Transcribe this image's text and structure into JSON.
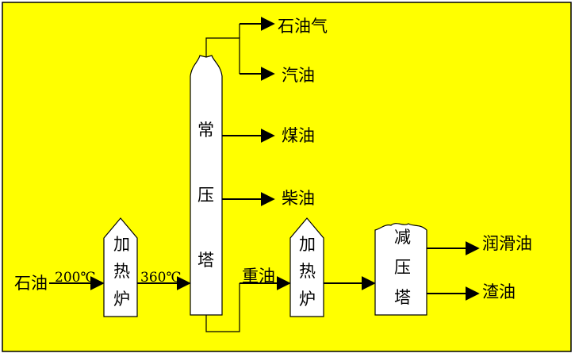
{
  "colors": {
    "background": "#ffff00",
    "frame": "#000000",
    "equipment_fill": "#ffffff",
    "line": "#000000"
  },
  "feed": {
    "label": "石油",
    "temp_in": "200℃",
    "temp_out": "360℃"
  },
  "furnace1": {
    "chars": [
      "加",
      "热",
      "炉"
    ]
  },
  "atmospheric_tower": {
    "chars": [
      "常",
      "压",
      "塔"
    ]
  },
  "furnace2": {
    "chars": [
      "加",
      "热",
      "炉"
    ]
  },
  "vacuum_tower": {
    "chars": [
      "减",
      "压",
      "塔"
    ]
  },
  "products": {
    "petroleum_gas": "石油气",
    "gasoline": "汽油",
    "kerosene": "煤油",
    "diesel": "柴油",
    "heavy_oil": "重油",
    "lubricating_oil": "润滑油",
    "residue": "渣油"
  }
}
